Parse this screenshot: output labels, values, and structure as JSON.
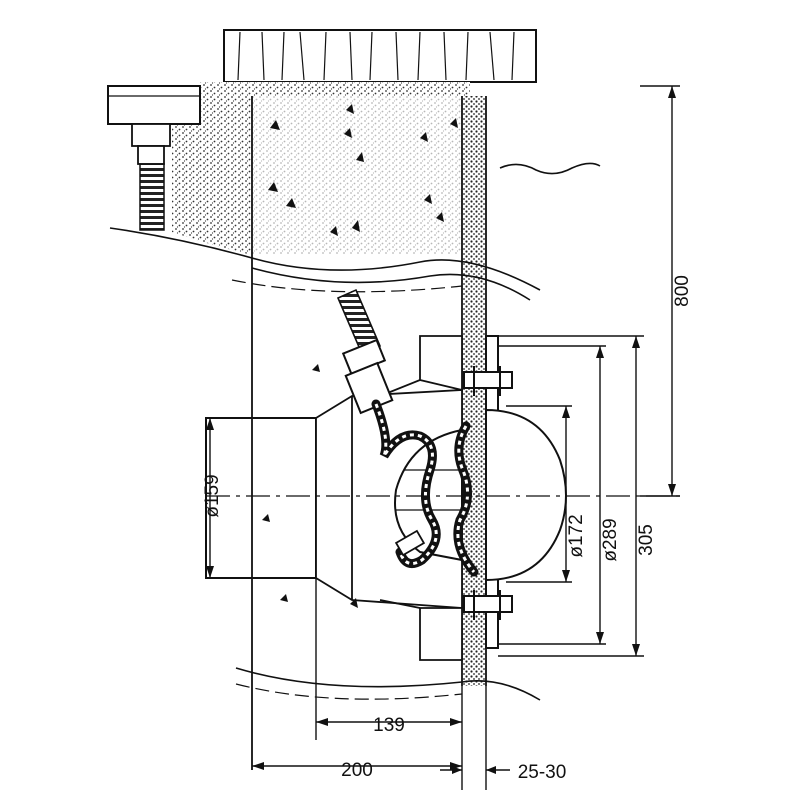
{
  "colors": {
    "ink": "#111111",
    "paper": "#ffffff",
    "wall_hatch": "#555555"
  },
  "dimensions": {
    "depth": "800",
    "flange_outer": "305",
    "lamp_outer": "ø289",
    "lamp_inner": "ø172",
    "niche_diameter": "ø159",
    "niche_depth": "139",
    "total_depth": "200",
    "wall_thickness": "25-30"
  }
}
